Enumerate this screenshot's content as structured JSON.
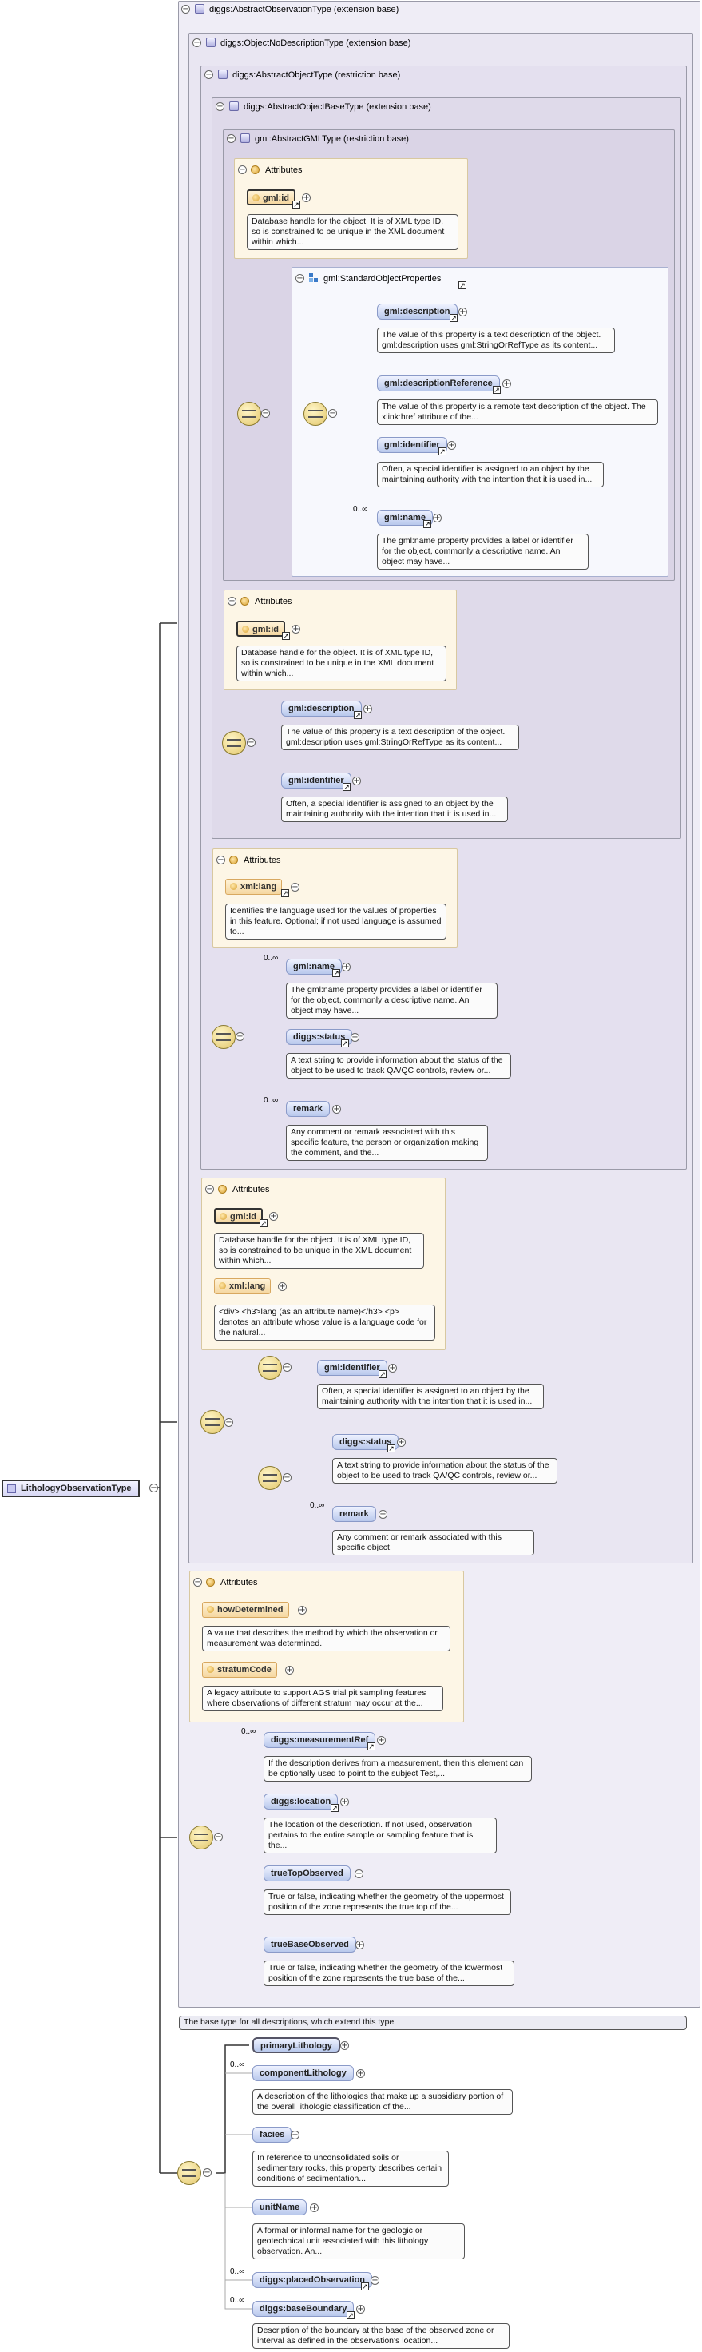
{
  "root": {
    "label": "LithologyObservationType"
  },
  "types": {
    "abstract_observation": "diggs:AbstractObservationType (extension base)",
    "object_no_description": "diggs:ObjectNoDescriptionType (extension base)",
    "abstract_object": "diggs:AbstractObjectType (restriction base)",
    "abstract_object_base": "diggs:AbstractObjectBaseType (extension base)",
    "abstract_gml": "gml:AbstractGMLType (restriction base)",
    "standard_object_properties": "gml:StandardObjectProperties"
  },
  "attributes_label": "Attributes",
  "gml_block": {
    "gml_id": "gml:id",
    "gml_id_doc": "Database handle for the object. It is of XML type ID, so is constrained to be unique in the XML document within which...",
    "description": "gml:description",
    "description_doc": "The value of this property is a text description of the object. gml:description uses gml:StringOrRefType as its content...",
    "description_reference": "gml:descriptionReference",
    "description_reference_doc": "The value of this property is a remote text description of the object. The xlink:href attribute of the...",
    "identifier": "gml:identifier",
    "identifier_doc": "Often, a special identifier is assigned to an object by the maintaining authority with the intention that it is used in...",
    "name": "gml:name",
    "name_mult": "0..∞",
    "name_doc": "The gml:name property provides a label or identifier for the object, commonly a descriptive name. An object may have..."
  },
  "object_base_block": {
    "gml_id": "gml:id",
    "gml_id_doc": "Database handle for the object. It is of XML type ID, so is constrained to be unique in the XML document within which...",
    "description": "gml:description",
    "description_doc": "The value of this property is a text description of the object. gml:description uses gml:StringOrRefType as its content...",
    "identifier": "gml:identifier",
    "identifier_doc": "Often, a special identifier is assigned to an object by the maintaining authority with the intention that it is used in..."
  },
  "abstract_object_block": {
    "xml_lang": "xml:lang",
    "xml_lang_doc": "Identifies the language used for the values of properties in this feature. Optional; if not used language is assumed to...",
    "name": "gml:name",
    "name_mult": "0..∞",
    "name_doc": "The gml:name property provides a label or identifier for the object, commonly a descriptive name. An object may have...",
    "status": "diggs:status",
    "status_doc": "A text string to provide information about the status of the object to be used to track QA/QC controls, review or...",
    "remark": "remark",
    "remark_mult": "0..∞",
    "remark_doc": "Any comment or remark associated with this specific feature, the person or organization making the comment, and the..."
  },
  "no_description_block": {
    "gml_id": "gml:id",
    "gml_id_doc": "Database handle for the object. It is of XML type ID, so is constrained to be unique in the XML document within which...",
    "xml_lang": "xml:lang",
    "xml_lang_doc": "<div> <h3>lang (as an attribute name)</h3> <p> denotes an attribute whose value is a language code for the natural...",
    "identifier": "gml:identifier",
    "identifier_doc": "Often, a special identifier is assigned to an object by the maintaining authority with the intention that it is used in...",
    "status": "diggs:status",
    "status_doc": "A text string to provide information about the status of the object to be used to track QA/QC controls, review or...",
    "remark": "remark",
    "remark_mult": "0..∞",
    "remark_doc": "Any comment or remark associated with this specific object."
  },
  "observation_block": {
    "how_determined": "howDetermined",
    "how_determined_doc": "A value that describes the method by which the observation or measurement was determined.",
    "stratum_code": "stratumCode",
    "stratum_code_doc": "A legacy attribute to support AGS trial pit sampling features where observations of different stratum may occur at the...",
    "measurement_ref": "diggs:measurementRef",
    "measurement_ref_mult": "0..∞",
    "measurement_ref_doc": "If the description derives from a measurement, then this element can be optionally used to point to the subject Test,...",
    "location": "diggs:location",
    "location_doc": "The location of the description. If not used, observation pertains to the entire sample or sampling feature that is the...",
    "true_top": "trueTopObserved",
    "true_top_doc": "True or false, indicating whether the geometry of the uppermost position of the zone represents the true top of the...",
    "true_base": "trueBaseObserved",
    "true_base_doc": "True or false, indicating whether the geometry of the lowermost position of the zone represents the true base of the...",
    "type_doc": "The base type for all descriptions, which extend this type"
  },
  "lithology_block": {
    "primary": "primaryLithology",
    "component": "componentLithology",
    "component_mult": "0..∞",
    "component_doc": "A description of the lithologies that make up a subsidiary portion of the overall lithologic classification of the...",
    "facies": "facies",
    "facies_doc": "In reference to unconsolidated soils or sedimentary rocks, this property describes certain conditions of sedimentation...",
    "unit_name": "unitName",
    "unit_name_doc": "A formal or informal name for the geologic or geotechnical unit associated with this lithology observation. An...",
    "placed_observation": "diggs:placedObservation",
    "placed_observation_mult": "0..∞",
    "base_boundary": "diggs:baseBoundary",
    "base_boundary_mult": "0..∞",
    "base_boundary_doc": "Description of the boundary at the base of the observed zone or interval as defined in the observation's location..."
  }
}
